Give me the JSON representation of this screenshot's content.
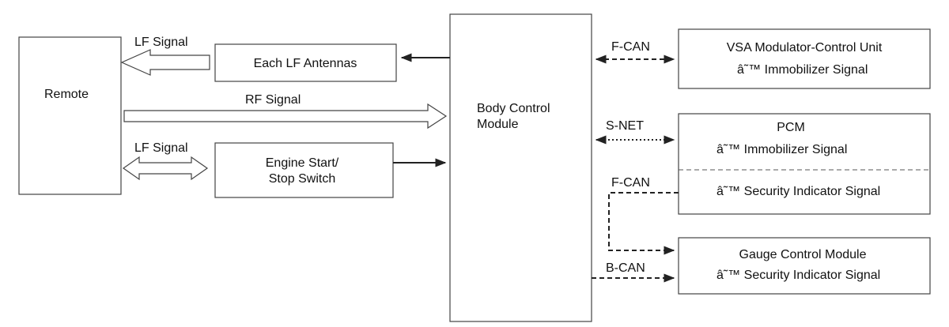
{
  "nodes": {
    "remote": "Remote",
    "antennas": "Each LF Antennas",
    "switch": [
      "Engine Start/",
      "Stop Switch"
    ],
    "bcm": [
      "Body Control",
      "Module"
    ],
    "vsa": [
      "VSA Modulator-Control Unit",
      "â˜™ Immobilizer Signal"
    ],
    "pcm": [
      "PCM",
      "â˜™ Immobilizer Signal",
      "â˜™ Security Indicator Signal"
    ],
    "gauge": [
      "Gauge Control Module",
      "â˜™ Security Indicator Signal"
    ]
  },
  "signals": {
    "lf_top": "LF Signal",
    "rf": "RF Signal",
    "lf_bottom": "LF Signal",
    "fcan_vsa": "F-CAN",
    "snet": "S-NET",
    "fcan_pcm": "F-CAN",
    "bcan": "B-CAN"
  }
}
